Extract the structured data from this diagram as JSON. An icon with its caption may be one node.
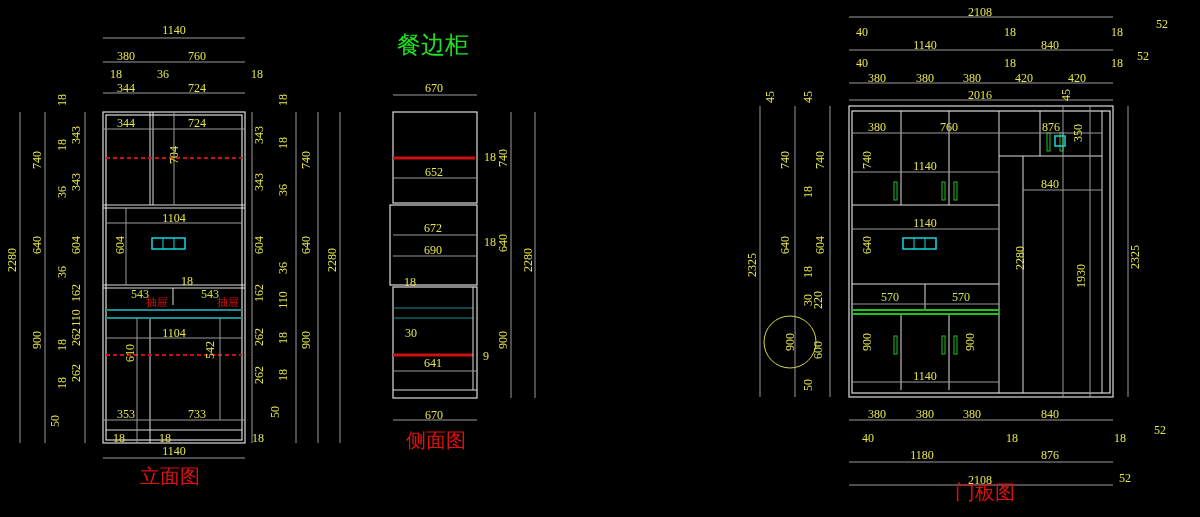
{
  "diagram": {
    "title": "餐边柜",
    "labels": [
      "1140",
      "380",
      "760",
      "18",
      "36",
      "18",
      "344",
      "724",
      "18",
      "740",
      "2280",
      "343",
      "18",
      "343",
      "36",
      "640",
      "604",
      "36",
      "162",
      "110",
      "900",
      "18",
      "262",
      "18",
      "262",
      "50",
      "344",
      "724",
      "704",
      "1104",
      "604",
      "18",
      "543",
      "抽屉",
      "543",
      "抽屉",
      "1104",
      "610",
      "542",
      "18",
      "343",
      "18",
      "343",
      "36",
      "604",
      "640",
      "740",
      "2280",
      "36",
      "162",
      "110",
      "262",
      "18",
      "900",
      "262",
      "18",
      "50",
      "353",
      "733",
      "18",
      "18",
      "18",
      "1140",
      "立面图",
      "670",
      "18",
      "740",
      "652",
      "672",
      "18",
      "640",
      "690",
      "2280",
      "18",
      "30",
      "900",
      "641",
      "9",
      "670",
      "侧面图",
      "2108",
      "52",
      "40",
      "1140",
      "18",
      "840",
      "18",
      "52",
      "40",
      "380",
      "380",
      "380",
      "18",
      "420",
      "420",
      "18",
      "45",
      "45",
      "2016",
      "45",
      "2325",
      "740",
      "740",
      "18",
      "640",
      "604",
      "18",
      "30",
      "220",
      "900",
      "600",
      "50",
      "380",
      "760",
      "740",
      "1140",
      "876",
      "350",
      "840",
      "1140",
      "640",
      "2280",
      "1930",
      "570",
      "570",
      "900",
      "900",
      "1140",
      "2325",
      "380",
      "380",
      "380",
      "840",
      "40",
      "18",
      "18",
      "52",
      "1180",
      "876",
      "2108",
      "52",
      "门板图"
    ]
  }
}
